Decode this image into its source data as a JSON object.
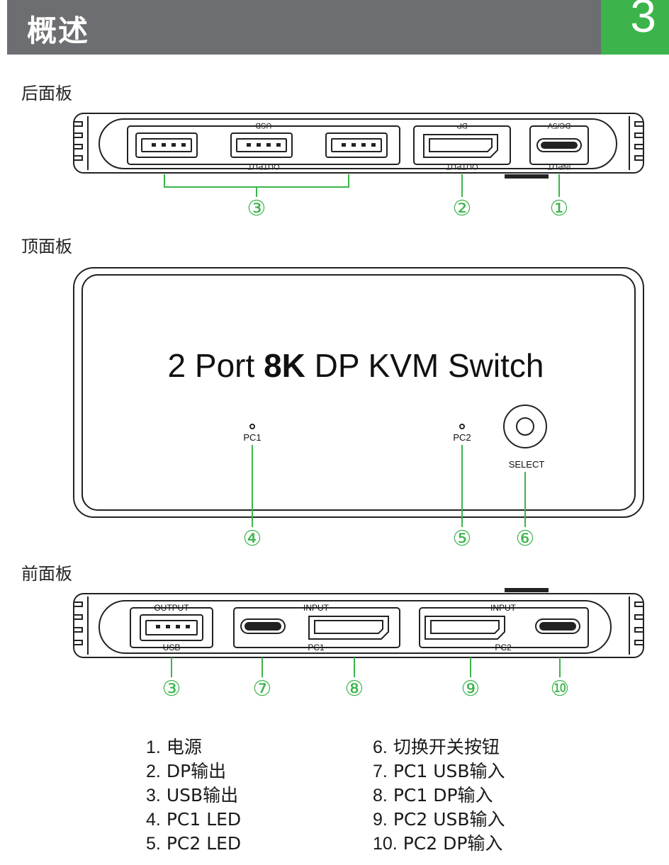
{
  "header": {
    "title": "概述",
    "page_number": "3"
  },
  "sections": {
    "rear": "后面板",
    "top": "顶面板",
    "front": "前面板"
  },
  "rear_panel": {
    "usb_label": "USB",
    "usb_output": "OUTPUT",
    "dp_label": "DP",
    "dp_output": "OUTPUT",
    "power_label": "DC/5V",
    "power_input": "INPUT"
  },
  "top_panel": {
    "title_prefix": "2 Port ",
    "title_bold": "8K",
    "title_suffix": " DP KVM Switch",
    "led1": "PC1",
    "led2": "PC2",
    "button": "SELECT"
  },
  "front_panel": {
    "usb_output": "OUTPUT",
    "usb_label": "USB",
    "pc1_input": "INPUT",
    "pc1_label": "PC1",
    "pc2_input": "INPUT",
    "pc2_label": "PC2"
  },
  "callouts": {
    "c1": "①",
    "c2": "②",
    "c3": "③",
    "c4": "④",
    "c5": "⑤",
    "c6": "⑥",
    "c7": "⑦",
    "c8": "⑧",
    "c9": "⑨",
    "c10": "⑩"
  },
  "legend": [
    {
      "num": "1.",
      "text": "电源"
    },
    {
      "num": "2.",
      "text": "DP输出"
    },
    {
      "num": "3.",
      "text": "USB输出"
    },
    {
      "num": "4.",
      "text": "PC1 LED"
    },
    {
      "num": "5.",
      "text": "PC2 LED"
    },
    {
      "num": "6.",
      "text": "切换开关按钮"
    },
    {
      "num": "7.",
      "text": "PC1 USB输入"
    },
    {
      "num": "8.",
      "text": "PC1 DP输入"
    },
    {
      "num": "9.",
      "text": "PC2 USB输入"
    },
    {
      "num": "10.",
      "text": "PC2 DP输入"
    }
  ],
  "colors": {
    "header_bg": "#6d6e71",
    "accent": "#3cb44b",
    "callout": "#3cb44b"
  }
}
